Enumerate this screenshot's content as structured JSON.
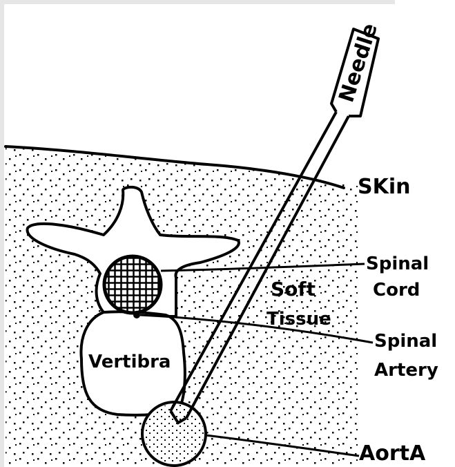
{
  "labels": {
    "needle": "Needle",
    "skin": "SKin",
    "spinal_cord_line1": "Spinal",
    "spinal_cord_line2": "Cord",
    "soft_tissue_line1": "Soft",
    "soft_tissue_line2": "Tissue",
    "spinal_artery_line1": "Spinal",
    "spinal_artery_line2": "Artery",
    "vertebra": "Vertibra",
    "aorta": "AortA"
  }
}
